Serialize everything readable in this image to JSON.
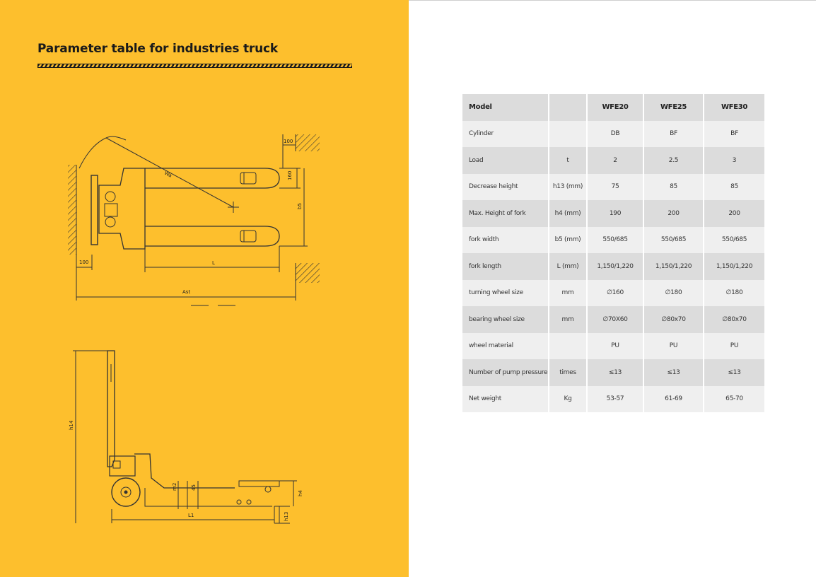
{
  "heading": {
    "title": "Parameter table for industries truck"
  },
  "drawing_labels": {
    "d100_top": "100",
    "d160": "160",
    "wa": "Wa",
    "b5": "b5",
    "d100_left": "100",
    "l": "L",
    "ast": "Ast",
    "h14": "h14",
    "m2": "m2",
    "d45": "45",
    "h4": "h4",
    "l1": "L1",
    "h13": "h13"
  },
  "table": {
    "header": {
      "param": "Model",
      "unit": "",
      "models": [
        "WFE20",
        "WFE25",
        "WFE30"
      ]
    },
    "rows": [
      {
        "param": "Cylinder",
        "unit": "",
        "values": [
          "DB",
          "BF",
          "BF"
        ]
      },
      {
        "param": "Load",
        "unit": "t",
        "values": [
          "2",
          "2.5",
          "3"
        ]
      },
      {
        "param": "Decrease height",
        "unit": "h13 (mm)",
        "values": [
          "75",
          "85",
          "85"
        ]
      },
      {
        "param": "Max. Height of fork",
        "unit": "h4 (mm)",
        "values": [
          "190",
          "200",
          "200"
        ]
      },
      {
        "param": "fork width",
        "unit": "b5 (mm)",
        "values": [
          "550/685",
          "550/685",
          "550/685"
        ]
      },
      {
        "param": "fork length",
        "unit": "L (mm)",
        "values": [
          "1,150/1,220",
          "1,150/1,220",
          "1,150/1,220"
        ]
      },
      {
        "param": "turning wheel size",
        "unit": "mm",
        "values": [
          "∅160",
          "∅180",
          "∅180"
        ]
      },
      {
        "param": "bearing wheel size",
        "unit": "mm",
        "values": [
          "∅70X60",
          "∅80x70",
          "∅80x70"
        ]
      },
      {
        "param": "wheel material",
        "unit": "",
        "values": [
          "PU",
          "PU",
          "PU"
        ]
      },
      {
        "param": "Number of pump pressure",
        "unit": "times",
        "values": [
          "≤13",
          "≤13",
          "≤13"
        ]
      },
      {
        "param": "Net weight",
        "unit": "Kg",
        "values": [
          "53-57",
          "61-69",
          "65-70"
        ]
      }
    ]
  }
}
